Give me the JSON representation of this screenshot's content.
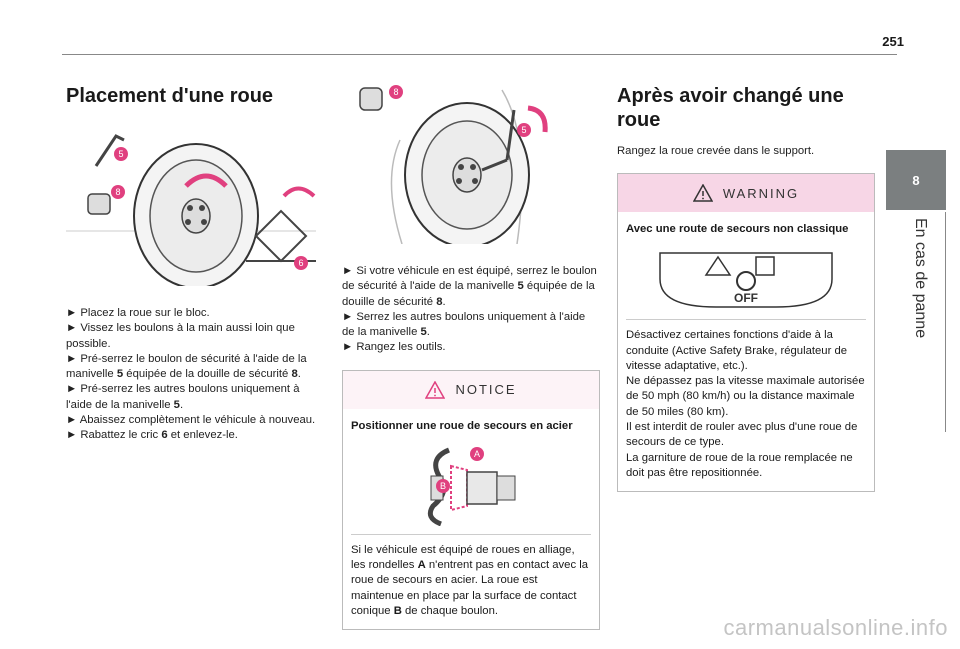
{
  "page_number": "251",
  "chapter": {
    "number": "8",
    "title": "En cas de panne"
  },
  "col1": {
    "title": "Placement d'une roue",
    "steps": [
      [
        "► Placez la roue sur le bloc."
      ],
      [
        "► Vissez les boulons à la main aussi loin que possible."
      ],
      [
        "► Pré-serrez le boulon de sécurité à l'aide de la manivelle ",
        "5",
        " équipée de la douille de sécurité ",
        "8",
        "."
      ],
      [
        "► Pré-serrez les autres boulons uniquement à l'aide de la manivelle ",
        "5",
        "."
      ],
      [
        "► Abaissez complètement le véhicule à nouveau."
      ],
      [
        "► Rabattez le cric ",
        "6",
        " et enlevez-le."
      ]
    ],
    "callouts": [
      "5",
      "8",
      "6"
    ]
  },
  "col2": {
    "callouts": [
      "8",
      "5"
    ],
    "steps": [
      [
        "► Si votre véhicule en est équipé, serrez le boulon de sécurité à l'aide de la manivelle ",
        "5",
        " équipée de la douille de sécurité ",
        "8",
        "."
      ],
      [
        "► Serrez les autres boulons uniquement à l'aide de la manivelle ",
        "5",
        "."
      ],
      [
        "► Rangez les outils."
      ]
    ],
    "notice": {
      "label": "NOTICE",
      "subtitle": "Positionner une roue de secours en acier",
      "callouts": [
        "A",
        "B"
      ],
      "text": [
        "Si le véhicule est équipé de roues en alliage, les rondelles ",
        "A",
        " n'entrent pas en contact avec la roue de secours en acier. La roue est maintenue en place par la surface de contact conique ",
        "B",
        " de chaque boulon."
      ]
    }
  },
  "col3": {
    "title": "Après avoir changé une roue",
    "intro": "Rangez la roue crevée dans le support.",
    "warning": {
      "label": "WARNING",
      "subtitle": "Avec une route de secours non classique",
      "badge_text": "OFF",
      "text": "Désactivez certaines fonctions d'aide à la conduite (Active Safety Brake, régulateur de vitesse adaptative, etc.).\nNe dépassez pas la vitesse maximale autorisée de 50 mph (80 km/h) ou la distance maximale de 50 miles (80 km).\nIl est interdit de rouler avec plus d'une roue de secours de ce type.\nLa garniture de roue de la roue remplacée ne doit pas être repositionnée."
    }
  },
  "footer": "carmanualsonline.info",
  "colors": {
    "accent": "#e0407f",
    "tab": "#7b7f80",
    "warning_bg": "#f7d6e6",
    "notice_bg": "#fdf3f7"
  }
}
